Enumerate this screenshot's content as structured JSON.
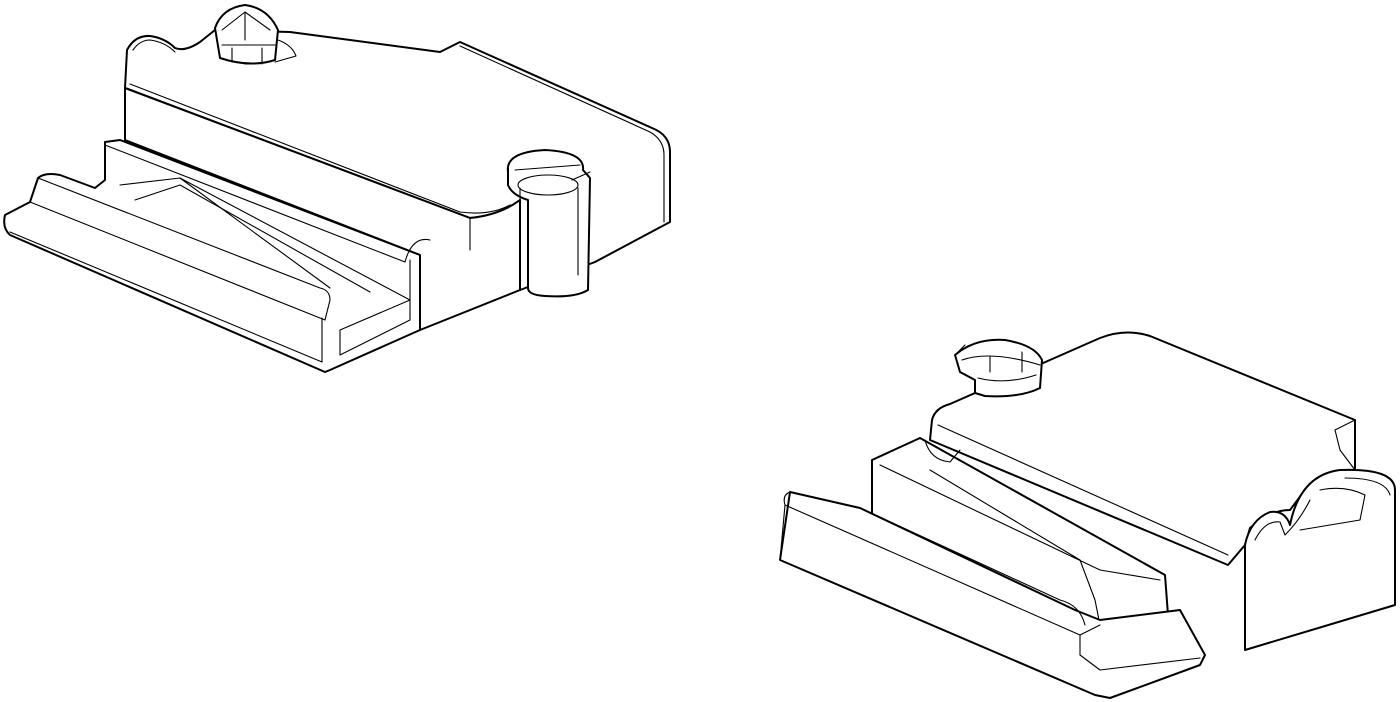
{
  "figure": {
    "style": "line-drawing",
    "parts": [
      "connector-hood-left",
      "connector-hood-right"
    ]
  },
  "colors": {
    "stroke": "#000000",
    "background": "#ffffff"
  }
}
